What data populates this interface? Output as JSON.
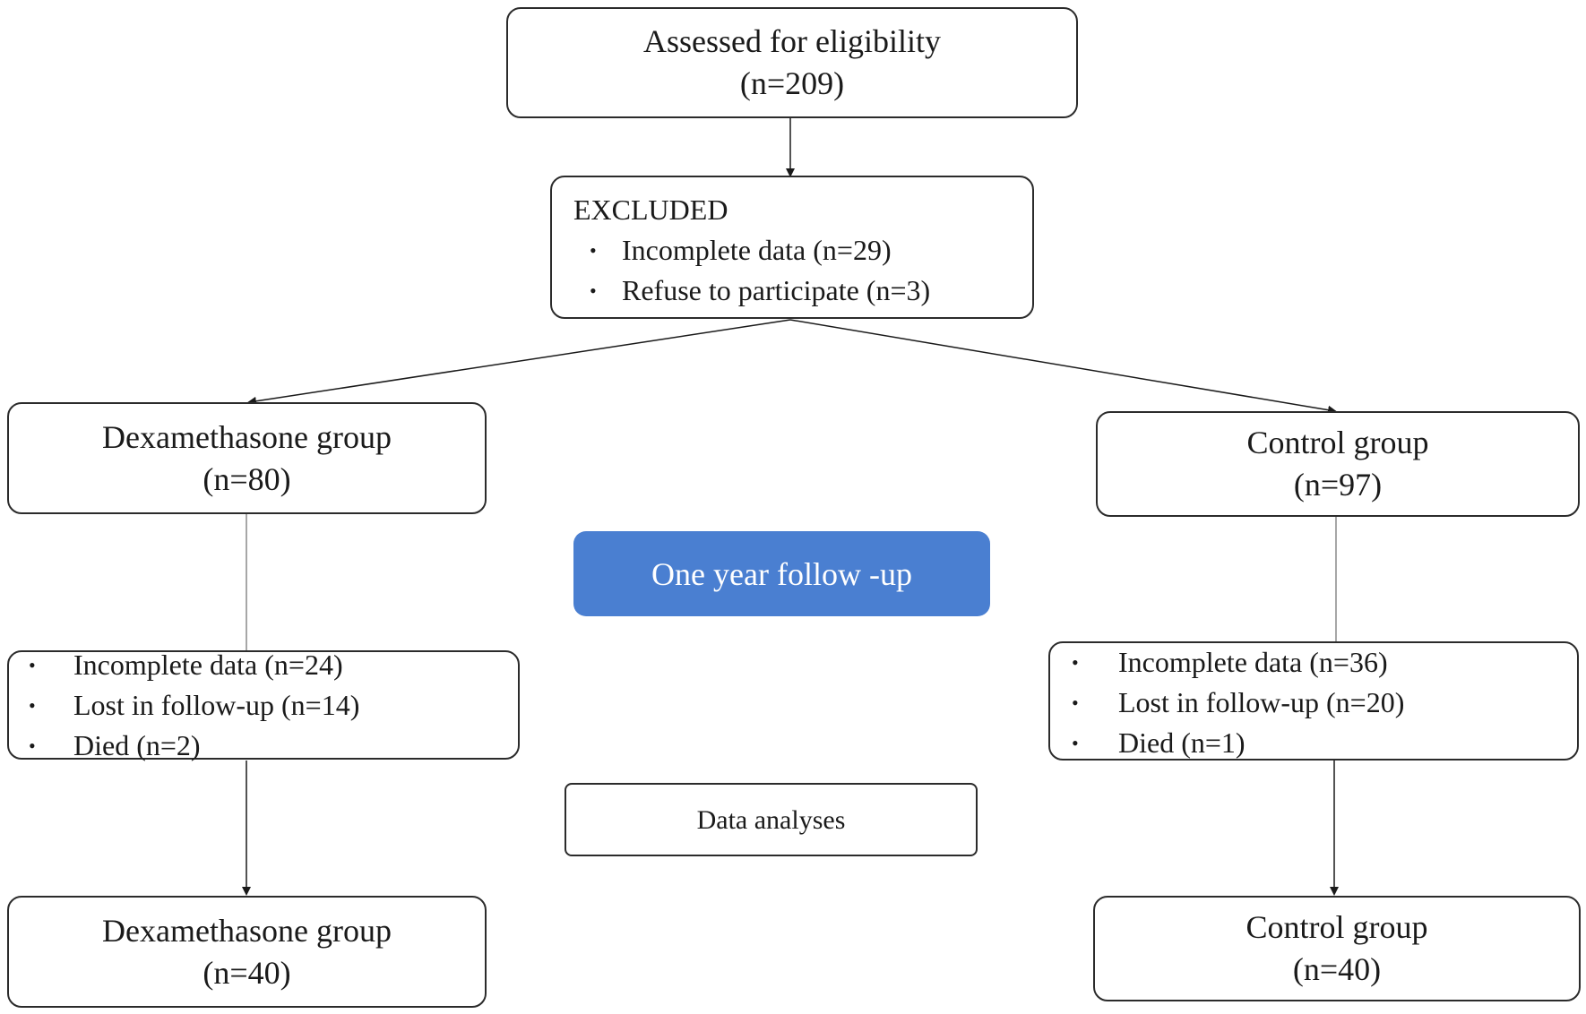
{
  "assessed": {
    "title": "Assessed for eligibility",
    "count": "(n=209)"
  },
  "excluded": {
    "title": "EXCLUDED",
    "items": [
      "Incomplete data (n=29)",
      "Refuse to participate (n=3)"
    ]
  },
  "dexa_initial": {
    "title": "Dexamethasone group",
    "count": "(n=80)"
  },
  "control_initial": {
    "title": "Control group",
    "count": "(n=97)"
  },
  "followup": {
    "label": "One year follow -up",
    "color": "#4a7fd1"
  },
  "dexa_losses": {
    "items": [
      "Incomplete data (n=24)",
      "Lost in follow-up (n=14)",
      "Died (n=2)"
    ]
  },
  "control_losses": {
    "items": [
      "Incomplete data (n=36)",
      "Lost in follow-up (n=20)",
      "Died (n=1)"
    ]
  },
  "data_analyses": {
    "label": "Data analyses"
  },
  "dexa_final": {
    "title": "Dexamethasone group",
    "count": "(n=40)"
  },
  "control_final": {
    "title": "Control group",
    "count": "(n=40)"
  }
}
